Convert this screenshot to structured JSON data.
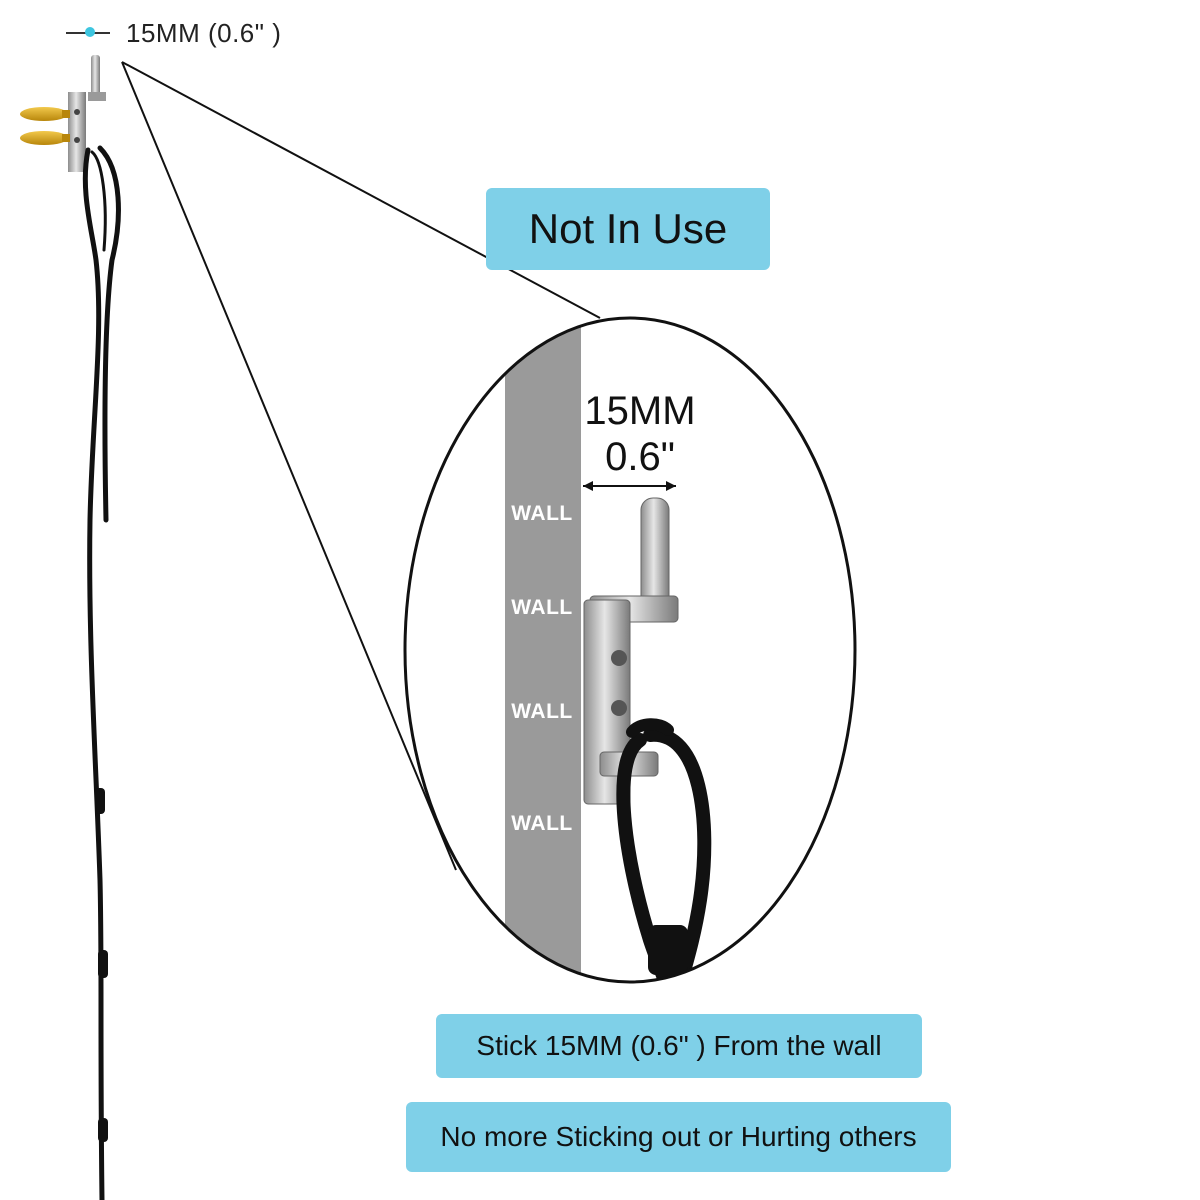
{
  "top_measure": {
    "label": "15MM (0.6\" )"
  },
  "badges": {
    "not_in_use": "Not In Use",
    "stick": "Stick 15MM (0.6\" ) From the wall",
    "no_more": "No more Sticking out or Hurting others"
  },
  "zoom": {
    "dim_mm": "15MM",
    "dim_in": "0.6\"",
    "wall_labels": [
      "WALL",
      "WALL",
      "WALL",
      "WALL"
    ]
  },
  "colors": {
    "badge": "#7fd0e8",
    "wall": "#9a9a9a",
    "accent_dot": "#3ec6e0",
    "cord": "#111111",
    "brass": "#d4a017"
  }
}
